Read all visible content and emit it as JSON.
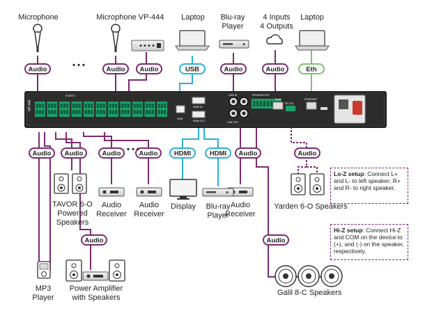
{
  "colors": {
    "audio": "#7b2a6f",
    "usb": "#2ab0d6",
    "hdmi": "#2ab0d6",
    "eth": "#7cc36a",
    "device": "#222222"
  },
  "sources": {
    "mic1": "Microphone",
    "mic2": "Microphone",
    "vp444": "VP-444",
    "laptop1": "Laptop",
    "bluray_top": "Blu-ray\nPlayer",
    "inputs": "4 Inputs\n4 Outputs",
    "laptop2": "Laptop"
  },
  "badges": {
    "audio": "Audio",
    "usb": "USB",
    "hdmi": "HDMI",
    "eth": "Eth"
  },
  "dots": "• • •",
  "outputs": {
    "tavor": "TAVOR 6-O\nPowered\nSpeakers",
    "receiver": "Audio\nReceiver",
    "display": "Display",
    "bluray_bottom": "Blu-ray\nPlayer",
    "yarden": "Yarden 6-O Speakers",
    "mp3": "MP3\nPlayer",
    "amp": "Power Amplifier\nwith Speakers",
    "galil": "Galil 8-C Speakers"
  },
  "notes": {
    "loz_title": "Lo-Z setup",
    "loz_text": "Connect L+ and L- to left speaker; R+ and R- to right speaker.",
    "hiz_title": "Hi-Z setup",
    "hiz_text": "Connect Hi-Z and COM on the device to (+), and (-) on the speaker, respectively."
  },
  "panel": {
    "ports_label": "PORTS",
    "usb_label": "USB",
    "hdmi_in_label": "HDMI IN",
    "hdmi_out_label": "HDMI OUT",
    "line_in_label": "LINE IN",
    "line_out_label": "LINE OUT",
    "speaker_out_label": "SPEAKER OUT",
    "dante_label": "Dante",
    "ethernet_label": "ETHERNET",
    "rs232_label": "RS-232",
    "model_label": "VP-444"
  }
}
